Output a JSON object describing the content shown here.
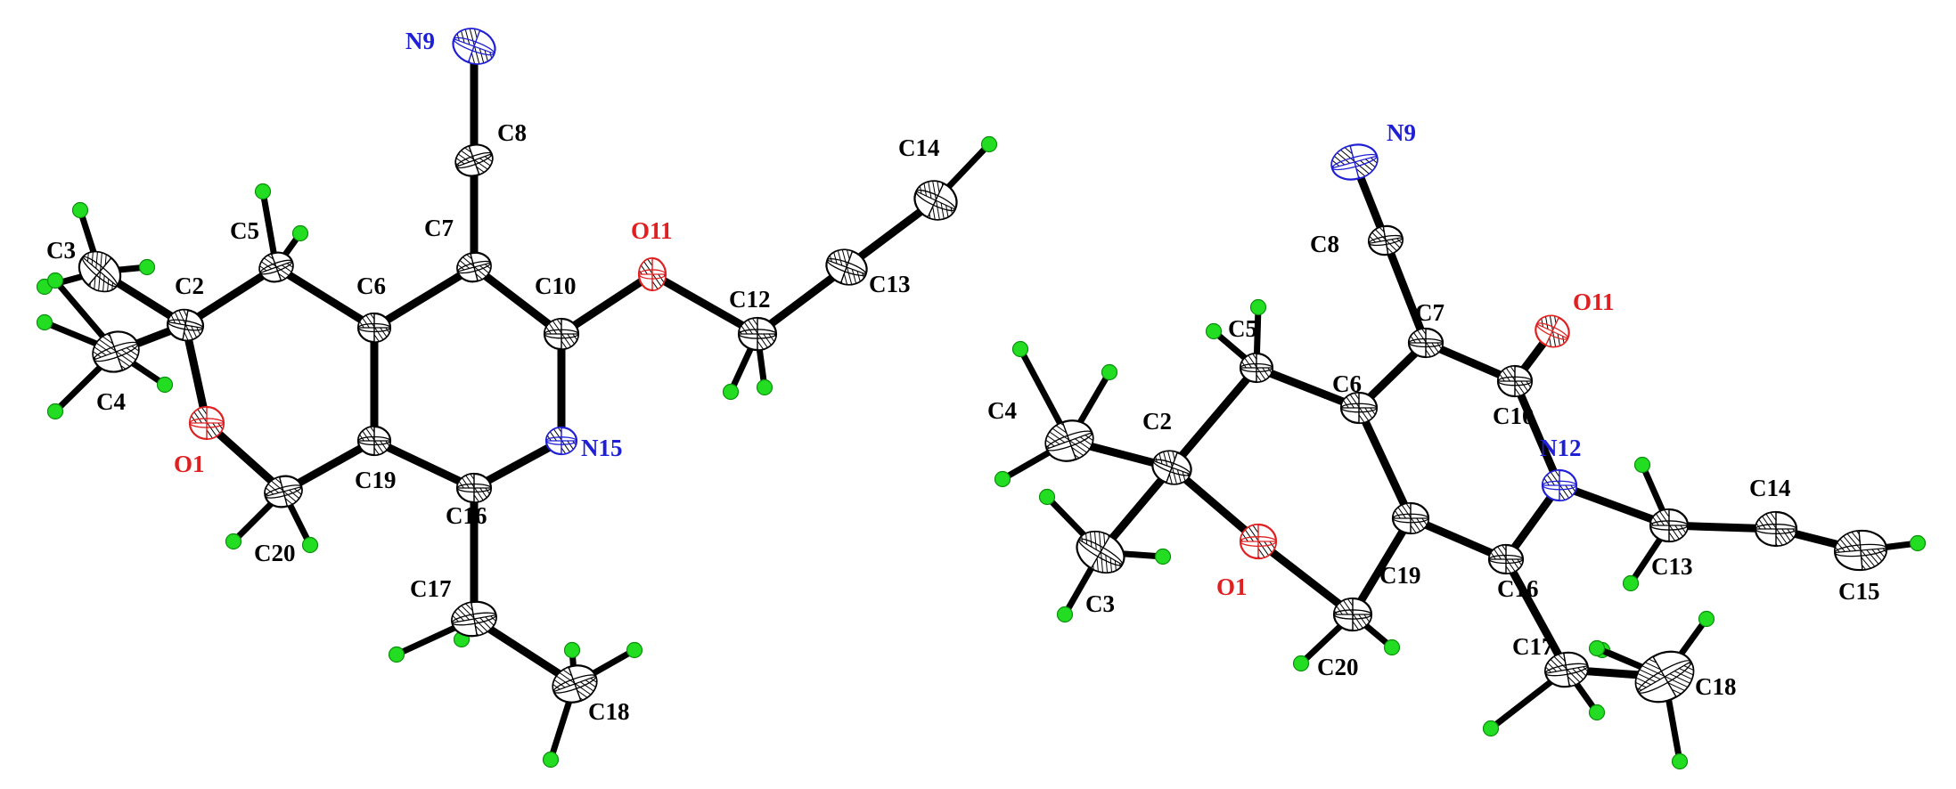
{
  "colors": {
    "carbon": "#000000",
    "nitrogen": "#1f1fd6",
    "oxygen": "#e02020",
    "hydrogen": "#22dd22",
    "bond": "#000000"
  },
  "molecules": [
    {
      "atoms": [
        {
          "id": "N9",
          "label": "N9",
          "element": "N"
        },
        {
          "id": "C8",
          "label": "C8",
          "element": "C"
        },
        {
          "id": "C7",
          "label": "C7",
          "element": "C"
        },
        {
          "id": "C6",
          "label": "C6",
          "element": "C"
        },
        {
          "id": "C5",
          "label": "C5",
          "element": "C"
        },
        {
          "id": "C2",
          "label": "C2",
          "element": "C"
        },
        {
          "id": "C3",
          "label": "C3",
          "element": "C"
        },
        {
          "id": "C4",
          "label": "C4",
          "element": "C"
        },
        {
          "id": "O1",
          "label": "O1",
          "element": "O"
        },
        {
          "id": "C20",
          "label": "C20",
          "element": "C"
        },
        {
          "id": "C19",
          "label": "C19",
          "element": "C"
        },
        {
          "id": "C10",
          "label": "C10",
          "element": "C"
        },
        {
          "id": "O11",
          "label": "O11",
          "element": "O"
        },
        {
          "id": "C12",
          "label": "C12",
          "element": "C"
        },
        {
          "id": "C13",
          "label": "C13",
          "element": "C"
        },
        {
          "id": "C14",
          "label": "C14",
          "element": "C"
        },
        {
          "id": "N15",
          "label": "N15",
          "element": "N"
        },
        {
          "id": "C16",
          "label": "C16",
          "element": "C"
        },
        {
          "id": "C17",
          "label": "C17",
          "element": "C"
        },
        {
          "id": "C18",
          "label": "C18",
          "element": "C"
        }
      ],
      "bonds": [
        [
          "N9",
          "C8"
        ],
        [
          "C8",
          "C7"
        ],
        [
          "C7",
          "C6"
        ],
        [
          "C7",
          "C10"
        ],
        [
          "C6",
          "C5"
        ],
        [
          "C5",
          "C2"
        ],
        [
          "C2",
          "C3"
        ],
        [
          "C2",
          "C4"
        ],
        [
          "C2",
          "O1"
        ],
        [
          "O1",
          "C20"
        ],
        [
          "C20",
          "C19"
        ],
        [
          "C19",
          "C6"
        ],
        [
          "C19",
          "C16"
        ],
        [
          "C10",
          "O11"
        ],
        [
          "O11",
          "C12"
        ],
        [
          "C12",
          "C13"
        ],
        [
          "C13",
          "C14"
        ],
        [
          "C10",
          "N15"
        ],
        [
          "N15",
          "C16"
        ],
        [
          "C16",
          "C17"
        ],
        [
          "C17",
          "C18"
        ]
      ]
    },
    {
      "atoms": [
        {
          "id": "N9",
          "label": "N9",
          "element": "N"
        },
        {
          "id": "C8",
          "label": "C8",
          "element": "C"
        },
        {
          "id": "C7",
          "label": "C7",
          "element": "C"
        },
        {
          "id": "O11",
          "label": "O11",
          "element": "O"
        },
        {
          "id": "C10",
          "label": "C10",
          "element": "C"
        },
        {
          "id": "C6",
          "label": "C6",
          "element": "C"
        },
        {
          "id": "C5",
          "label": "C5",
          "element": "C"
        },
        {
          "id": "C2",
          "label": "C2",
          "element": "C"
        },
        {
          "id": "C4",
          "label": "C4",
          "element": "C"
        },
        {
          "id": "C3",
          "label": "C3",
          "element": "C"
        },
        {
          "id": "O1",
          "label": "O1",
          "element": "O"
        },
        {
          "id": "C20",
          "label": "C20",
          "element": "C"
        },
        {
          "id": "C19",
          "label": "C19",
          "element": "C"
        },
        {
          "id": "N12",
          "label": "N12",
          "element": "N"
        },
        {
          "id": "C16",
          "label": "C16",
          "element": "C"
        },
        {
          "id": "C13",
          "label": "C13",
          "element": "C"
        },
        {
          "id": "C14",
          "label": "C14",
          "element": "C"
        },
        {
          "id": "C15",
          "label": "C15",
          "element": "C"
        },
        {
          "id": "C17",
          "label": "C17",
          "element": "C"
        },
        {
          "id": "C18",
          "label": "C18",
          "element": "C"
        }
      ],
      "bonds": [
        [
          "N9",
          "C8"
        ],
        [
          "C8",
          "C7"
        ],
        [
          "C7",
          "C10"
        ],
        [
          "C7",
          "C6"
        ],
        [
          "C10",
          "O11"
        ],
        [
          "C10",
          "N12"
        ],
        [
          "C6",
          "C5"
        ],
        [
          "C6",
          "C19"
        ],
        [
          "C5",
          "C2"
        ],
        [
          "C2",
          "C4"
        ],
        [
          "C2",
          "C3"
        ],
        [
          "C2",
          "O1"
        ],
        [
          "O1",
          "C20"
        ],
        [
          "C20",
          "C19"
        ],
        [
          "C19",
          "C16"
        ],
        [
          "C16",
          "N12"
        ],
        [
          "N12",
          "C13"
        ],
        [
          "C13",
          "C14"
        ],
        [
          "C14",
          "C15"
        ],
        [
          "C16",
          "C17"
        ],
        [
          "C17",
          "C18"
        ]
      ]
    }
  ]
}
